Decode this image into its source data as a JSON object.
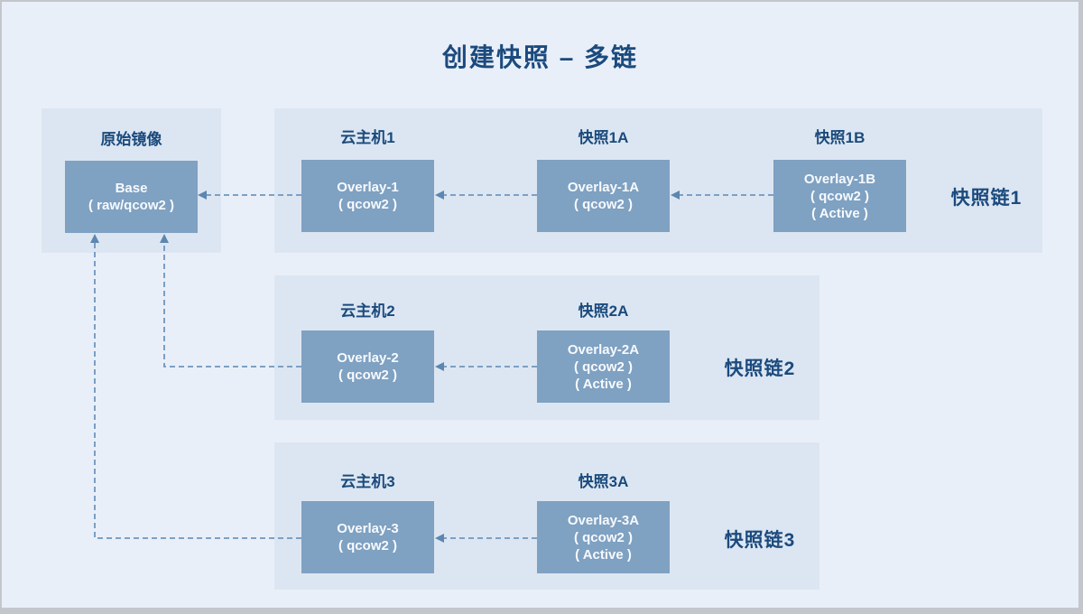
{
  "title": "创建快照 – 多链",
  "colors": {
    "accent_text": "#1b4a7d",
    "box_fill": "#7fa1c2",
    "box_text": "#f7fafd",
    "panel_bg": "#dce6f2",
    "page_bg": "#e9eff8",
    "arrow": "#6e96bd",
    "frame": "#c3c7cb"
  },
  "base_panel": {
    "label": "原始镜像",
    "node": {
      "line1": "Base",
      "line2": "( raw/qcow2 )"
    }
  },
  "chains": [
    {
      "chain_label": "快照链1",
      "nodes": [
        {
          "label": "云主机1",
          "lines": [
            "Overlay-1",
            "( qcow2 )"
          ]
        },
        {
          "label": "快照1A",
          "lines": [
            "Overlay-1A",
            "( qcow2 )"
          ]
        },
        {
          "label": "快照1B",
          "lines": [
            "Overlay-1B",
            "( qcow2 )",
            "( Active )"
          ]
        }
      ]
    },
    {
      "chain_label": "快照链2",
      "nodes": [
        {
          "label": "云主机2",
          "lines": [
            "Overlay-2",
            "( qcow2 )"
          ]
        },
        {
          "label": "快照2A",
          "lines": [
            "Overlay-2A",
            "( qcow2 )",
            "( Active )"
          ]
        }
      ]
    },
    {
      "chain_label": "快照链3",
      "nodes": [
        {
          "label": "云主机3",
          "lines": [
            "Overlay-3",
            "( qcow2 )"
          ]
        },
        {
          "label": "快照3A",
          "lines": [
            "Overlay-3A",
            "( qcow2 )",
            "( Active )"
          ]
        }
      ]
    }
  ]
}
